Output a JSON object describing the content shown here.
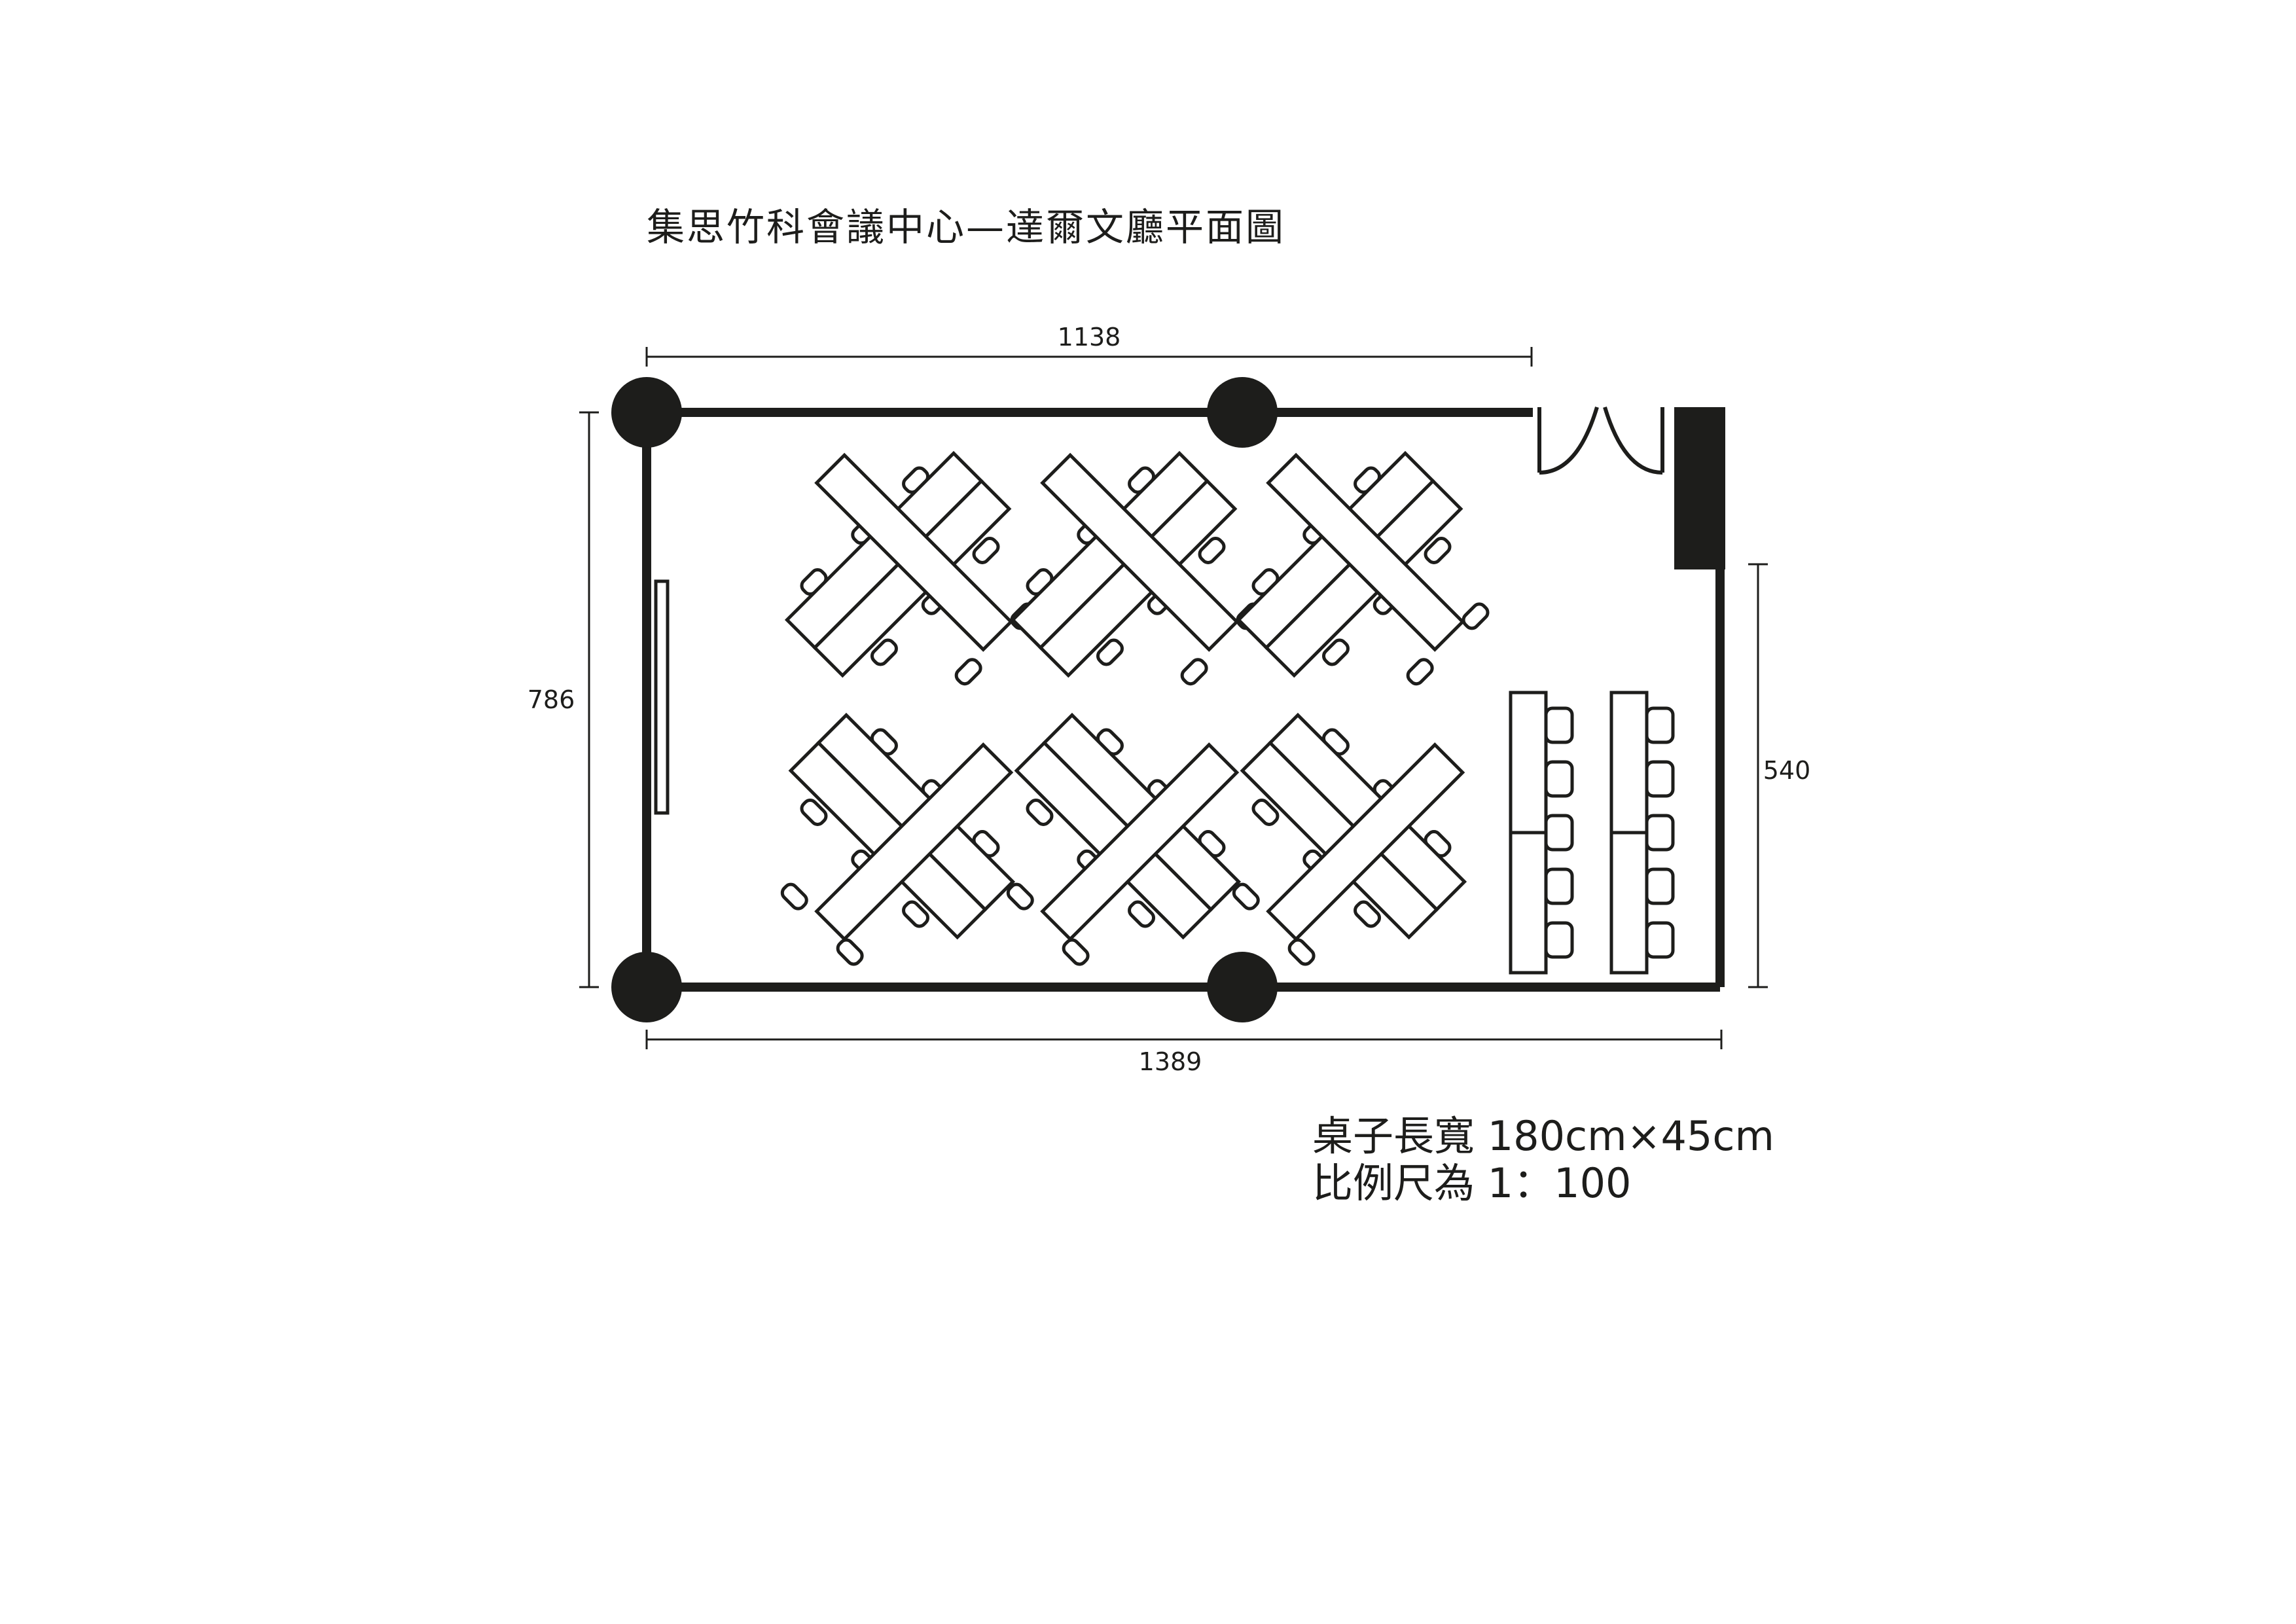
{
  "title": "集思竹科會議中心—達爾文廳平面圖",
  "dimensions": {
    "top_width": "1138",
    "bottom_width": "1389",
    "left_height": "786",
    "right_height": "540"
  },
  "notes": {
    "table_size": "桌子長寬 180cm×45cm",
    "scale": "比例尺為 1：100"
  },
  "layout": {
    "table_groups": 6,
    "classroom_rows": 2,
    "chairs_per_row": 5
  },
  "colors": {
    "line": "#1d1d1b",
    "background": "#ffffff"
  }
}
